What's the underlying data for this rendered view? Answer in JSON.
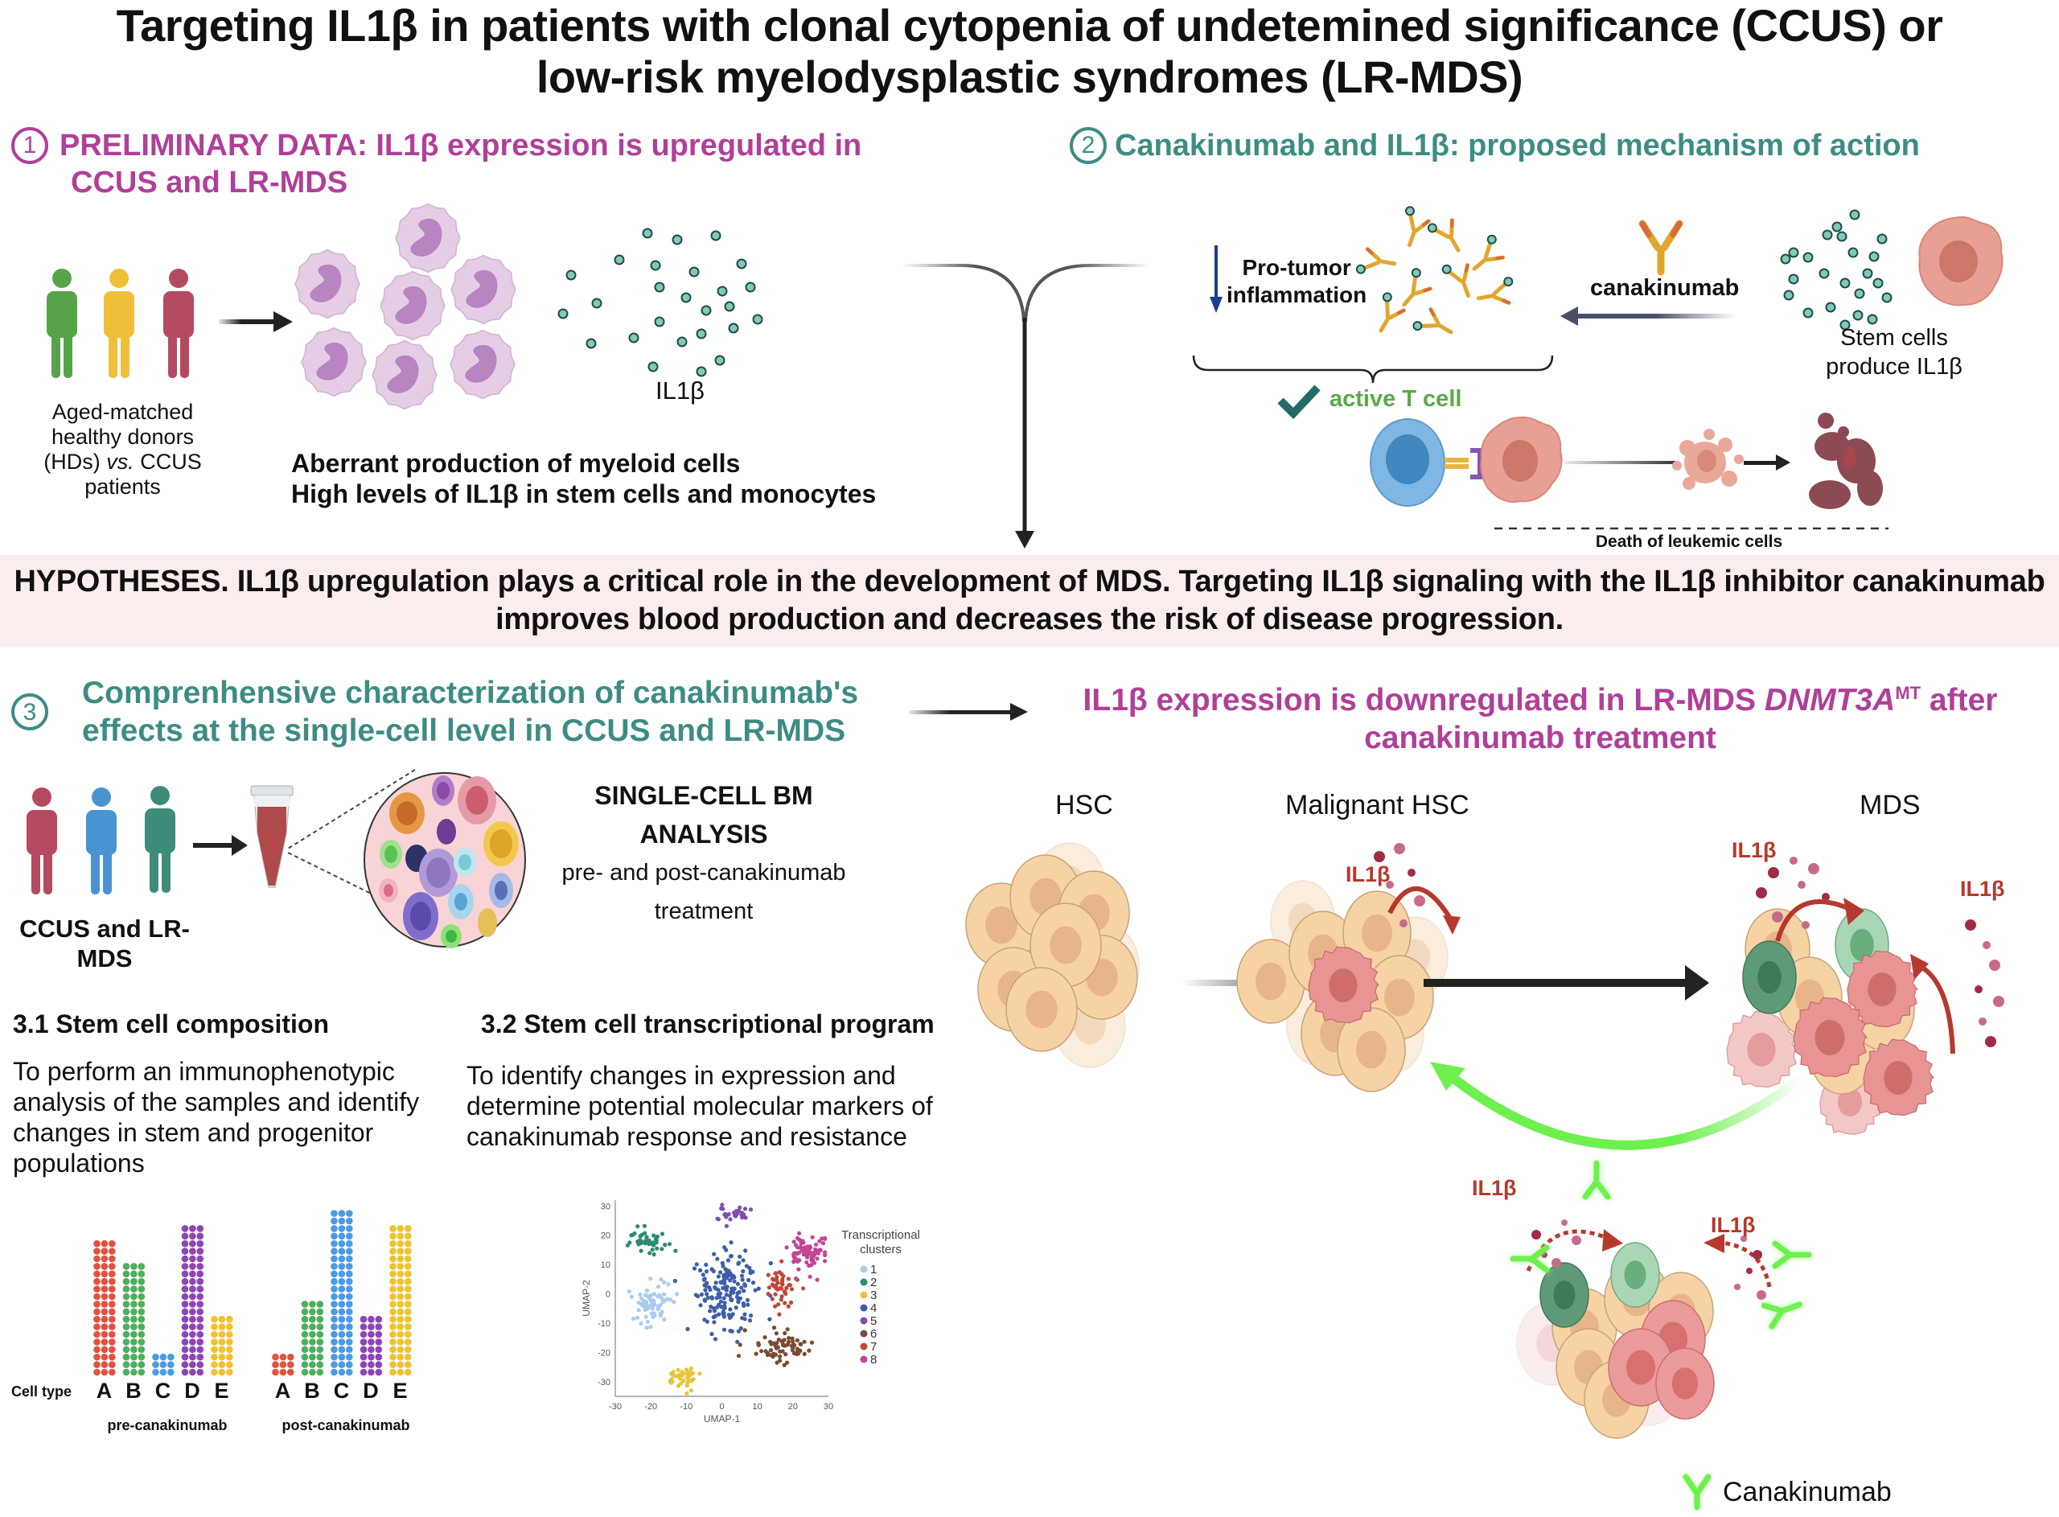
{
  "title": {
    "line1": "Targeting IL1β in patients with clonal cytopenia of undetemined significance (CCUS) or",
    "line2": "low-risk myelodysplastic syndromes (LR-MDS)"
  },
  "section1": {
    "number": "1",
    "heading_line1": "PRELIMINARY DATA: IL1β expression is upregulated in",
    "heading_line2": "CCUS and LR-MDS",
    "people_caption_lines": [
      "Aged-matched",
      "healthy donors",
      "(HDs) ",
      "vs.",
      " CCUS",
      "patients"
    ],
    "il1b_label": "IL1β",
    "finding1": "Aberrant production of myeloid cells",
    "finding2": "High levels of IL1β in stem cells and monocytes"
  },
  "section2": {
    "number": "2",
    "heading": "Canakinumab and IL1β: proposed mechanism of action",
    "pro_tumor_line1": "Pro-tumor",
    "pro_tumor_line2": "inflammation",
    "canakinumab_label": "canakinumab",
    "stem_cells_line1": "Stem cells",
    "stem_cells_line2": "produce  IL1β",
    "active_t_cell": "active T cell",
    "death_label": "Death of leukemic cells"
  },
  "hypothesis": {
    "line1": "HYPOTHESES. IL1β upregulation plays a critical role in the development of MDS. Targeting IL1β signaling with the IL1β inhibitor canakinumab",
    "line2": "improves blood production and decreases the risk of disease progression."
  },
  "section3": {
    "number": "3",
    "heading_line1": "Comprenhensive characterization of canakinumab's",
    "heading_line2": "effects at the single-cell level in CCUS and LR-MDS",
    "people_caption_line1": "CCUS and LR-",
    "people_caption_line2": "MDS",
    "analysis_line1": "SINGLE-CELL BM",
    "analysis_line2": "ANALYSIS",
    "analysis_line3": "pre- and post-canakinumab",
    "analysis_line4": "treatment",
    "sub31_title": "3.1 Stem cell composition",
    "sub31_lines": [
      "To perform an immunophenotypic",
      "analysis of the samples and identify",
      "changes in stem and progenitor",
      "populations"
    ],
    "sub32_title": "3.2 Stem cell transcriptional program",
    "sub32_lines": [
      "To identify changes in expression and",
      "determine potential molecular markers of",
      "canakinumab response and resistance"
    ]
  },
  "result": {
    "heading_line1_a": "IL1β expression is downregulated in LR-MDS ",
    "heading_line1_gene": "DNMT3A",
    "heading_line1_sup": "MT",
    "heading_line1_b": " after",
    "heading_line2": "canakinumab treatment",
    "stage_hsc": "HSC",
    "stage_malignant": "Malignant HSC",
    "stage_mds": "MDS",
    "il1b_tag": "IL1β",
    "legend_label": "Canakinumab"
  },
  "colors": {
    "magenta": "#b03f99",
    "teal": "#3d8c84",
    "hypothesis_bg": "#fbeced",
    "il1b_red": "#b5392c",
    "canakinumab_green": "#6ef04f"
  },
  "chart_data": [
    {
      "type": "bar",
      "style": "dot-stack (3 dots per row)",
      "title": "",
      "xlabel": "Cell type",
      "categories": [
        "A",
        "B",
        "C",
        "D",
        "E"
      ],
      "series": [
        {
          "name": "pre-canakinumab",
          "values": [
            18,
            15,
            3,
            20,
            8
          ]
        },
        {
          "name": "post-canakinumab",
          "values": [
            3,
            10,
            22,
            8,
            20
          ]
        }
      ],
      "unit": "dot rows",
      "category_colors": [
        "#e2523e",
        "#4caf5c",
        "#4a9be0",
        "#8e44b8",
        "#f0c230"
      ]
    },
    {
      "type": "scatter",
      "title": "",
      "xlabel": "UMAP-1",
      "ylabel": "UMAP-2",
      "xlim": [
        -30,
        30
      ],
      "ylim": [
        -35,
        32
      ],
      "xticks": [
        -30,
        -20,
        -10,
        0,
        10,
        20,
        30
      ],
      "yticks": [
        30,
        20,
        10,
        0,
        -10,
        -20,
        -30
      ],
      "legend_title": "Transcriptional clusters",
      "legend_position": "right",
      "clusters": [
        {
          "name": "1",
          "color": "#a9cdf0",
          "center": [
            -20,
            -3
          ],
          "spread": [
            5,
            8
          ],
          "n": 70
        },
        {
          "name": "2",
          "color": "#2e8a72",
          "center": [
            -21,
            18
          ],
          "spread": [
            5,
            4
          ],
          "n": 45
        },
        {
          "name": "3",
          "color": "#e7c53c",
          "center": [
            -11,
            -28
          ],
          "spread": [
            4,
            4
          ],
          "n": 40
        },
        {
          "name": "4",
          "color": "#3e5ea8",
          "center": [
            1,
            0
          ],
          "spread": [
            8,
            13
          ],
          "n": 170
        },
        {
          "name": "5",
          "color": "#7d4fb0",
          "center": [
            3,
            27
          ],
          "spread": [
            4,
            3
          ],
          "n": 28
        },
        {
          "name": "6",
          "color": "#7a4a34",
          "center": [
            17,
            -18
          ],
          "spread": [
            8,
            5
          ],
          "n": 70
        },
        {
          "name": "7",
          "color": "#c0473a",
          "center": [
            16,
            2
          ],
          "spread": [
            4,
            6
          ],
          "n": 45
        },
        {
          "name": "8",
          "color": "#c44494",
          "center": [
            24,
            14
          ],
          "spread": [
            5,
            6
          ],
          "n": 75
        }
      ]
    }
  ]
}
